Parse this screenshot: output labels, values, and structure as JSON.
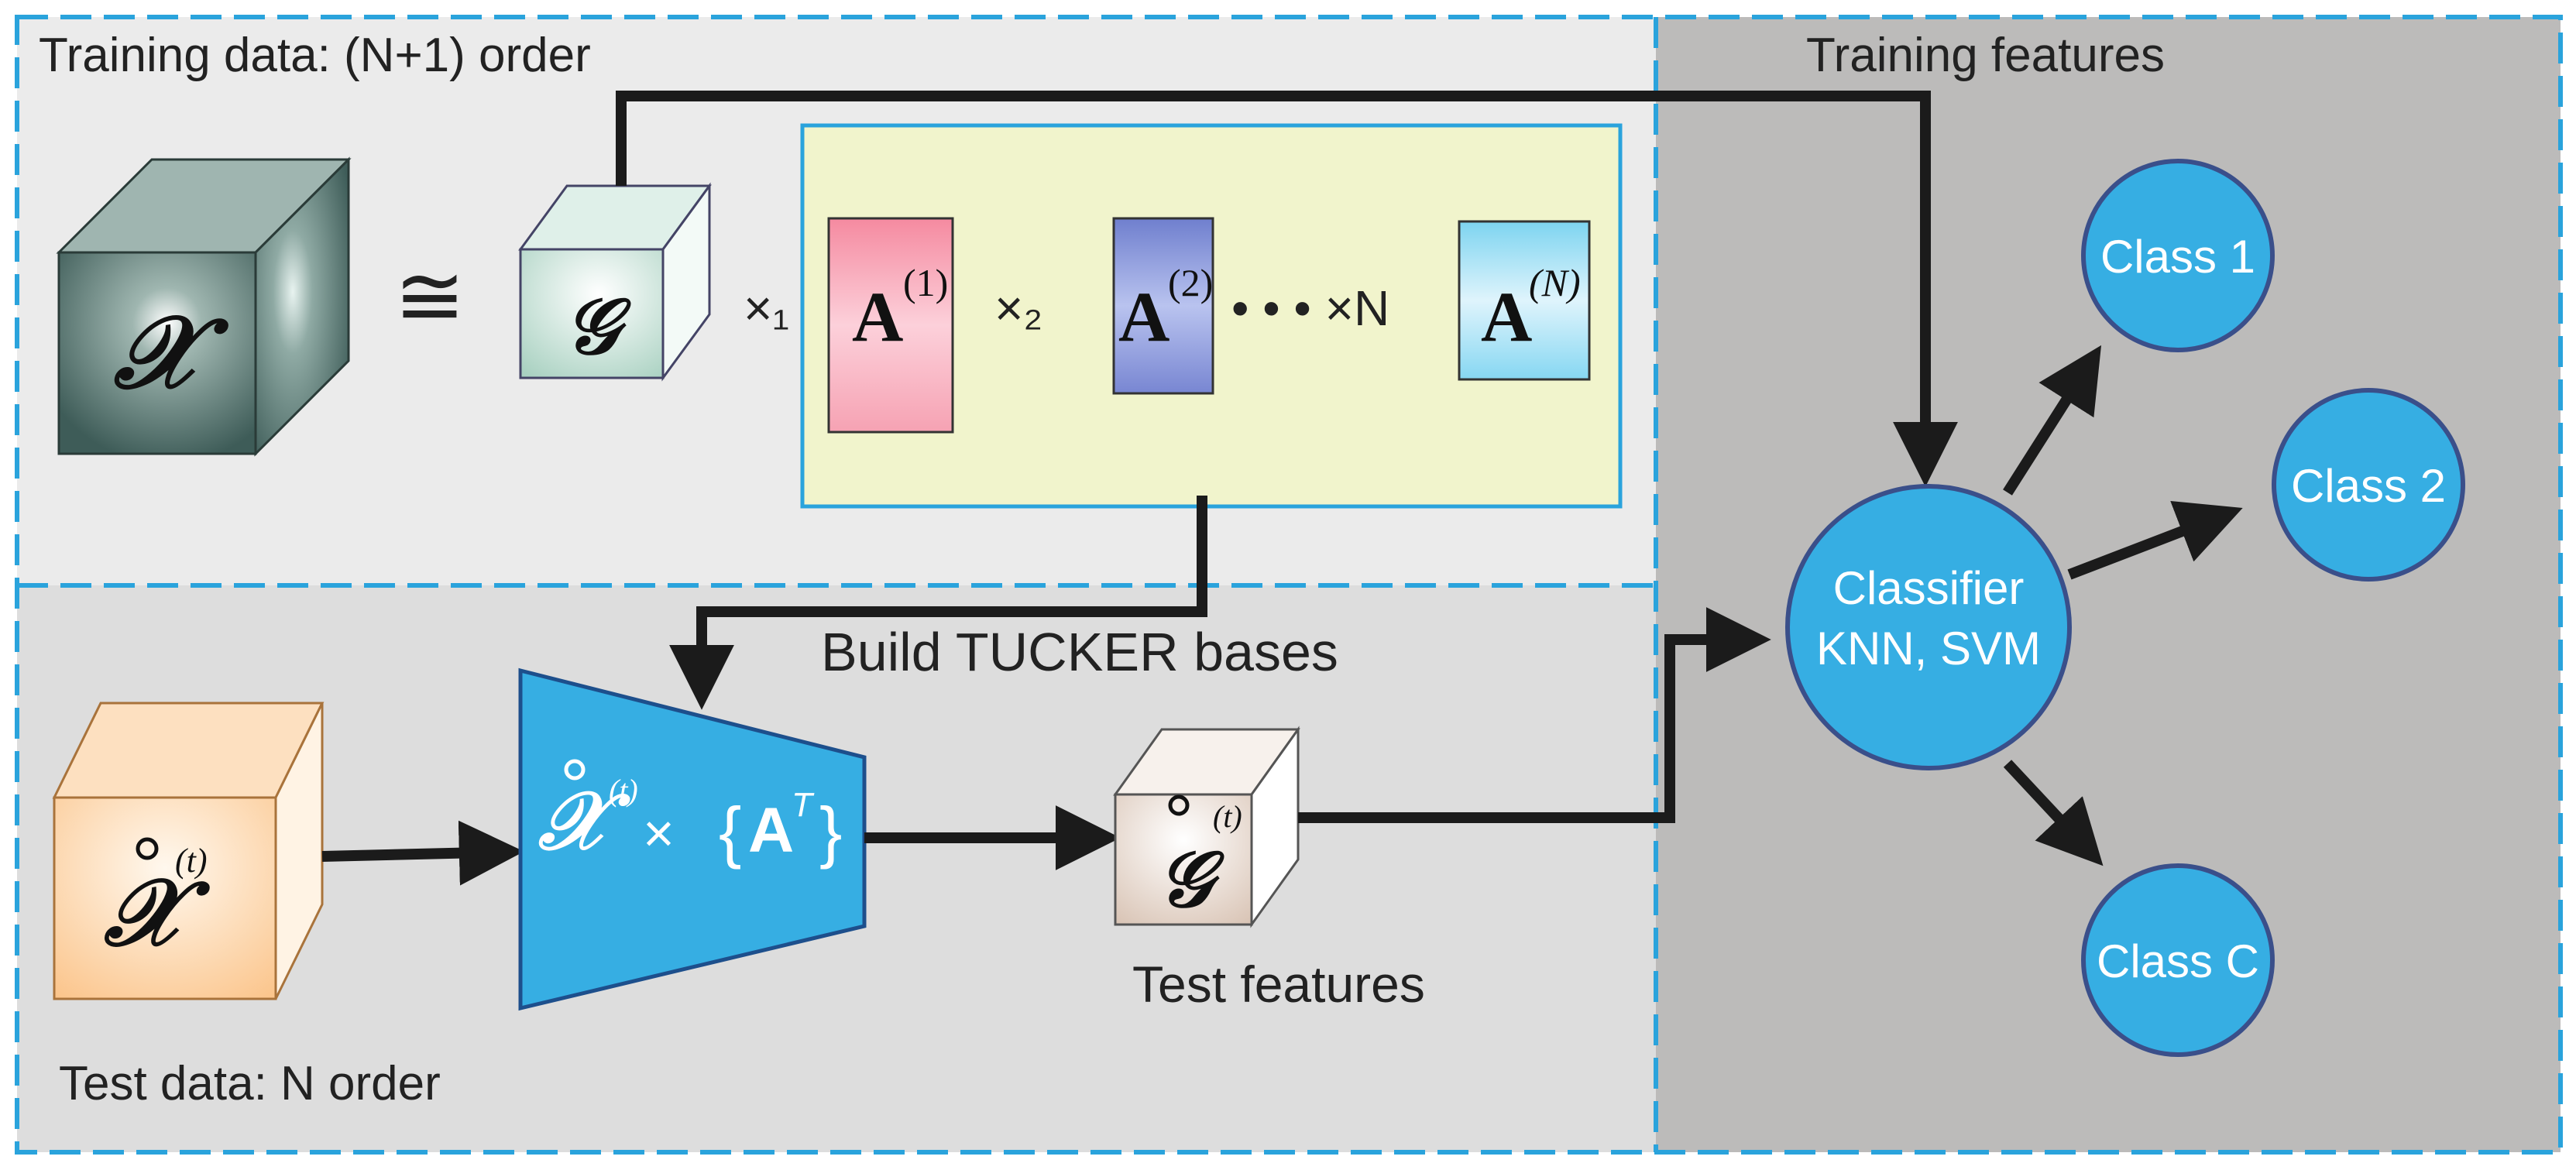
{
  "panels": {
    "training_label": "Training data: (N+1) order",
    "features_label": "Training features",
    "test_label": "Test data: N order"
  },
  "decomposition": {
    "approx_symbol": "≅",
    "tensor_symbol": "𝒳",
    "core_symbol": "𝒢",
    "times_1": "×₁",
    "times_2": "×₂",
    "dots_times_n": "• • • ×N",
    "factor_letter": "A",
    "factor_1_sup": "(1)",
    "factor_2_sup": "(2)",
    "factor_n_sup": "(N)"
  },
  "pipeline": {
    "build_bases_label": "Build TUCKER bases",
    "test_tensor_symbol": "𝒳",
    "test_tensor_sup": "(t)",
    "projection_tensor_symbol": "𝒳",
    "projection_sup": "(t)",
    "projection_times": "×",
    "projection_basis_open": "{",
    "projection_basis_letter": "A",
    "projection_basis_sup": "T",
    "projection_basis_close": "}",
    "test_core_symbol": "𝒢",
    "test_core_sup": "(t)",
    "test_features_label": "Test features"
  },
  "classifier": {
    "line1": "Classifier",
    "line2": "KNN, SVM"
  },
  "classes": [
    {
      "label": "Class 1"
    },
    {
      "label": "Class 2"
    },
    {
      "label": "Class C"
    }
  ],
  "colors": {
    "panel_training": "#ebebeb",
    "panel_test": "#dddddd",
    "panel_features": "#bcbbba",
    "dashed_border": "#2aa3dc",
    "blue_node": "#36aee3",
    "node_stroke": "#3a4f8a",
    "factor_box_fill": "#f1f4cc",
    "arrow": "#1b1b1b"
  }
}
